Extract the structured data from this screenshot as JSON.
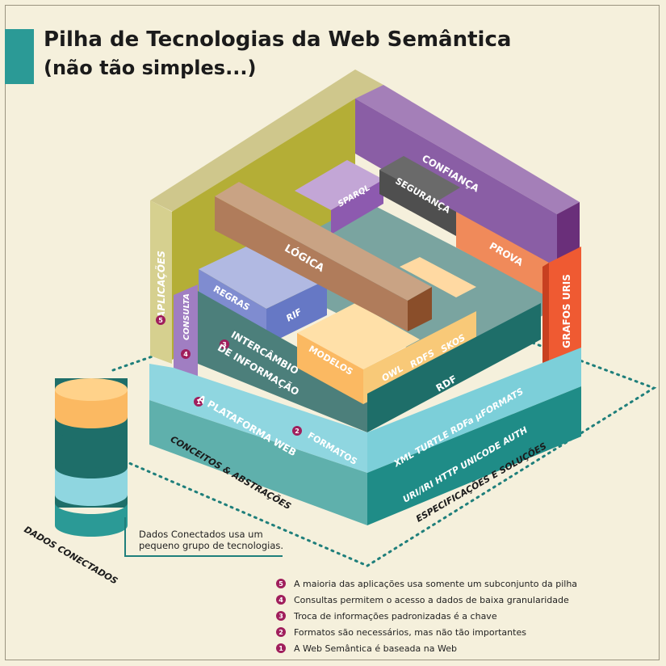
{
  "title": {
    "line1": "Pilha de Tecnologias da Web Semântica",
    "line2": "(não tão simples...)"
  },
  "colors": {
    "background": "#f5f0dc",
    "accent": "#2b9a96",
    "marker": "#a01e5c"
  },
  "stack": {
    "applications": "APLICAÇÕES",
    "applications_num": "5",
    "trust": "CONFIANÇA",
    "security": "SEGURANÇA",
    "proof": "PROVA",
    "sparql": "SPARQL",
    "graphs": "GRAFOS URIS",
    "logic": "LÓGICA",
    "rules": "REGRAS",
    "rif": "RIF",
    "query": "CONSULTA",
    "query_num": "4",
    "exchange_line1": "INTERCÂMBIO",
    "exchange_line2": "DE INFORMAÇÃO",
    "exchange_num": "3",
    "models": "MODELOS",
    "owl": "OWL",
    "rdfs": "RDFS",
    "skos": "SKOS",
    "rdf": "RDF",
    "platform": "A PLATAFORMA WEB",
    "platform_num": "1",
    "formats": "FORMATOS",
    "formats_num": "2",
    "formats_list": "XML  TURTLE  RDFa  µFORMATS",
    "web_list": "URI/IRI  HTTP  UNICODE  AUTH",
    "concepts": "CONCEITOS & ABSTRAÇÕES",
    "specs": "ESPECIFICAÇÕES E SOLUÇÕES"
  },
  "linked_data": {
    "label": "DADOS CONECTADOS",
    "note": "Dados Conectados usa um pequeno grupo de tecnologias."
  },
  "legend": [
    {
      "num": "5",
      "text": "A maioria das aplicações usa somente um subconjunto da pilha"
    },
    {
      "num": "4",
      "text": "Consultas permitem o acesso a dados de baixa granularidade"
    },
    {
      "num": "3",
      "text": "Troca de informações padronizadas é a chave"
    },
    {
      "num": "2",
      "text": "Formatos são necessários, mas não tão importantes"
    },
    {
      "num": "1",
      "text": "A Web Semântica é baseada na Web"
    }
  ]
}
